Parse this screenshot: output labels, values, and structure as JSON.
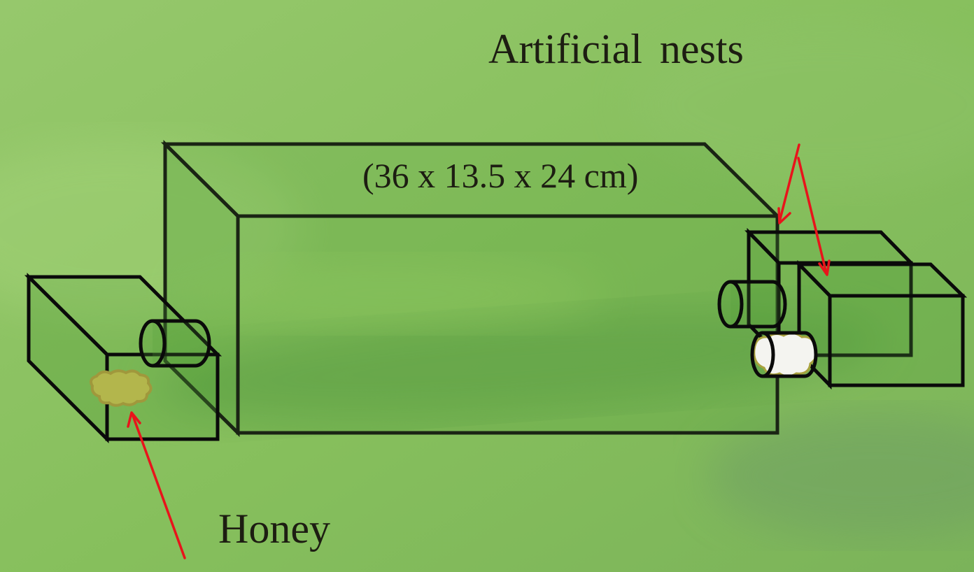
{
  "labels": {
    "artificial_nests": "Artificial nests",
    "dimensions": "(36 x 13.5 x 24 cm)",
    "honey": "Honey"
  },
  "colors": {
    "background": "#8cc264",
    "background_dark": "#5e9e48",
    "box_fill": "#56a03a",
    "outline": "#0a0a0a",
    "arrow": "#e8141b",
    "honey_fill": "#b3b64c",
    "honey_stroke": "#9a9a3a",
    "cotton": "#f4f4f0"
  }
}
